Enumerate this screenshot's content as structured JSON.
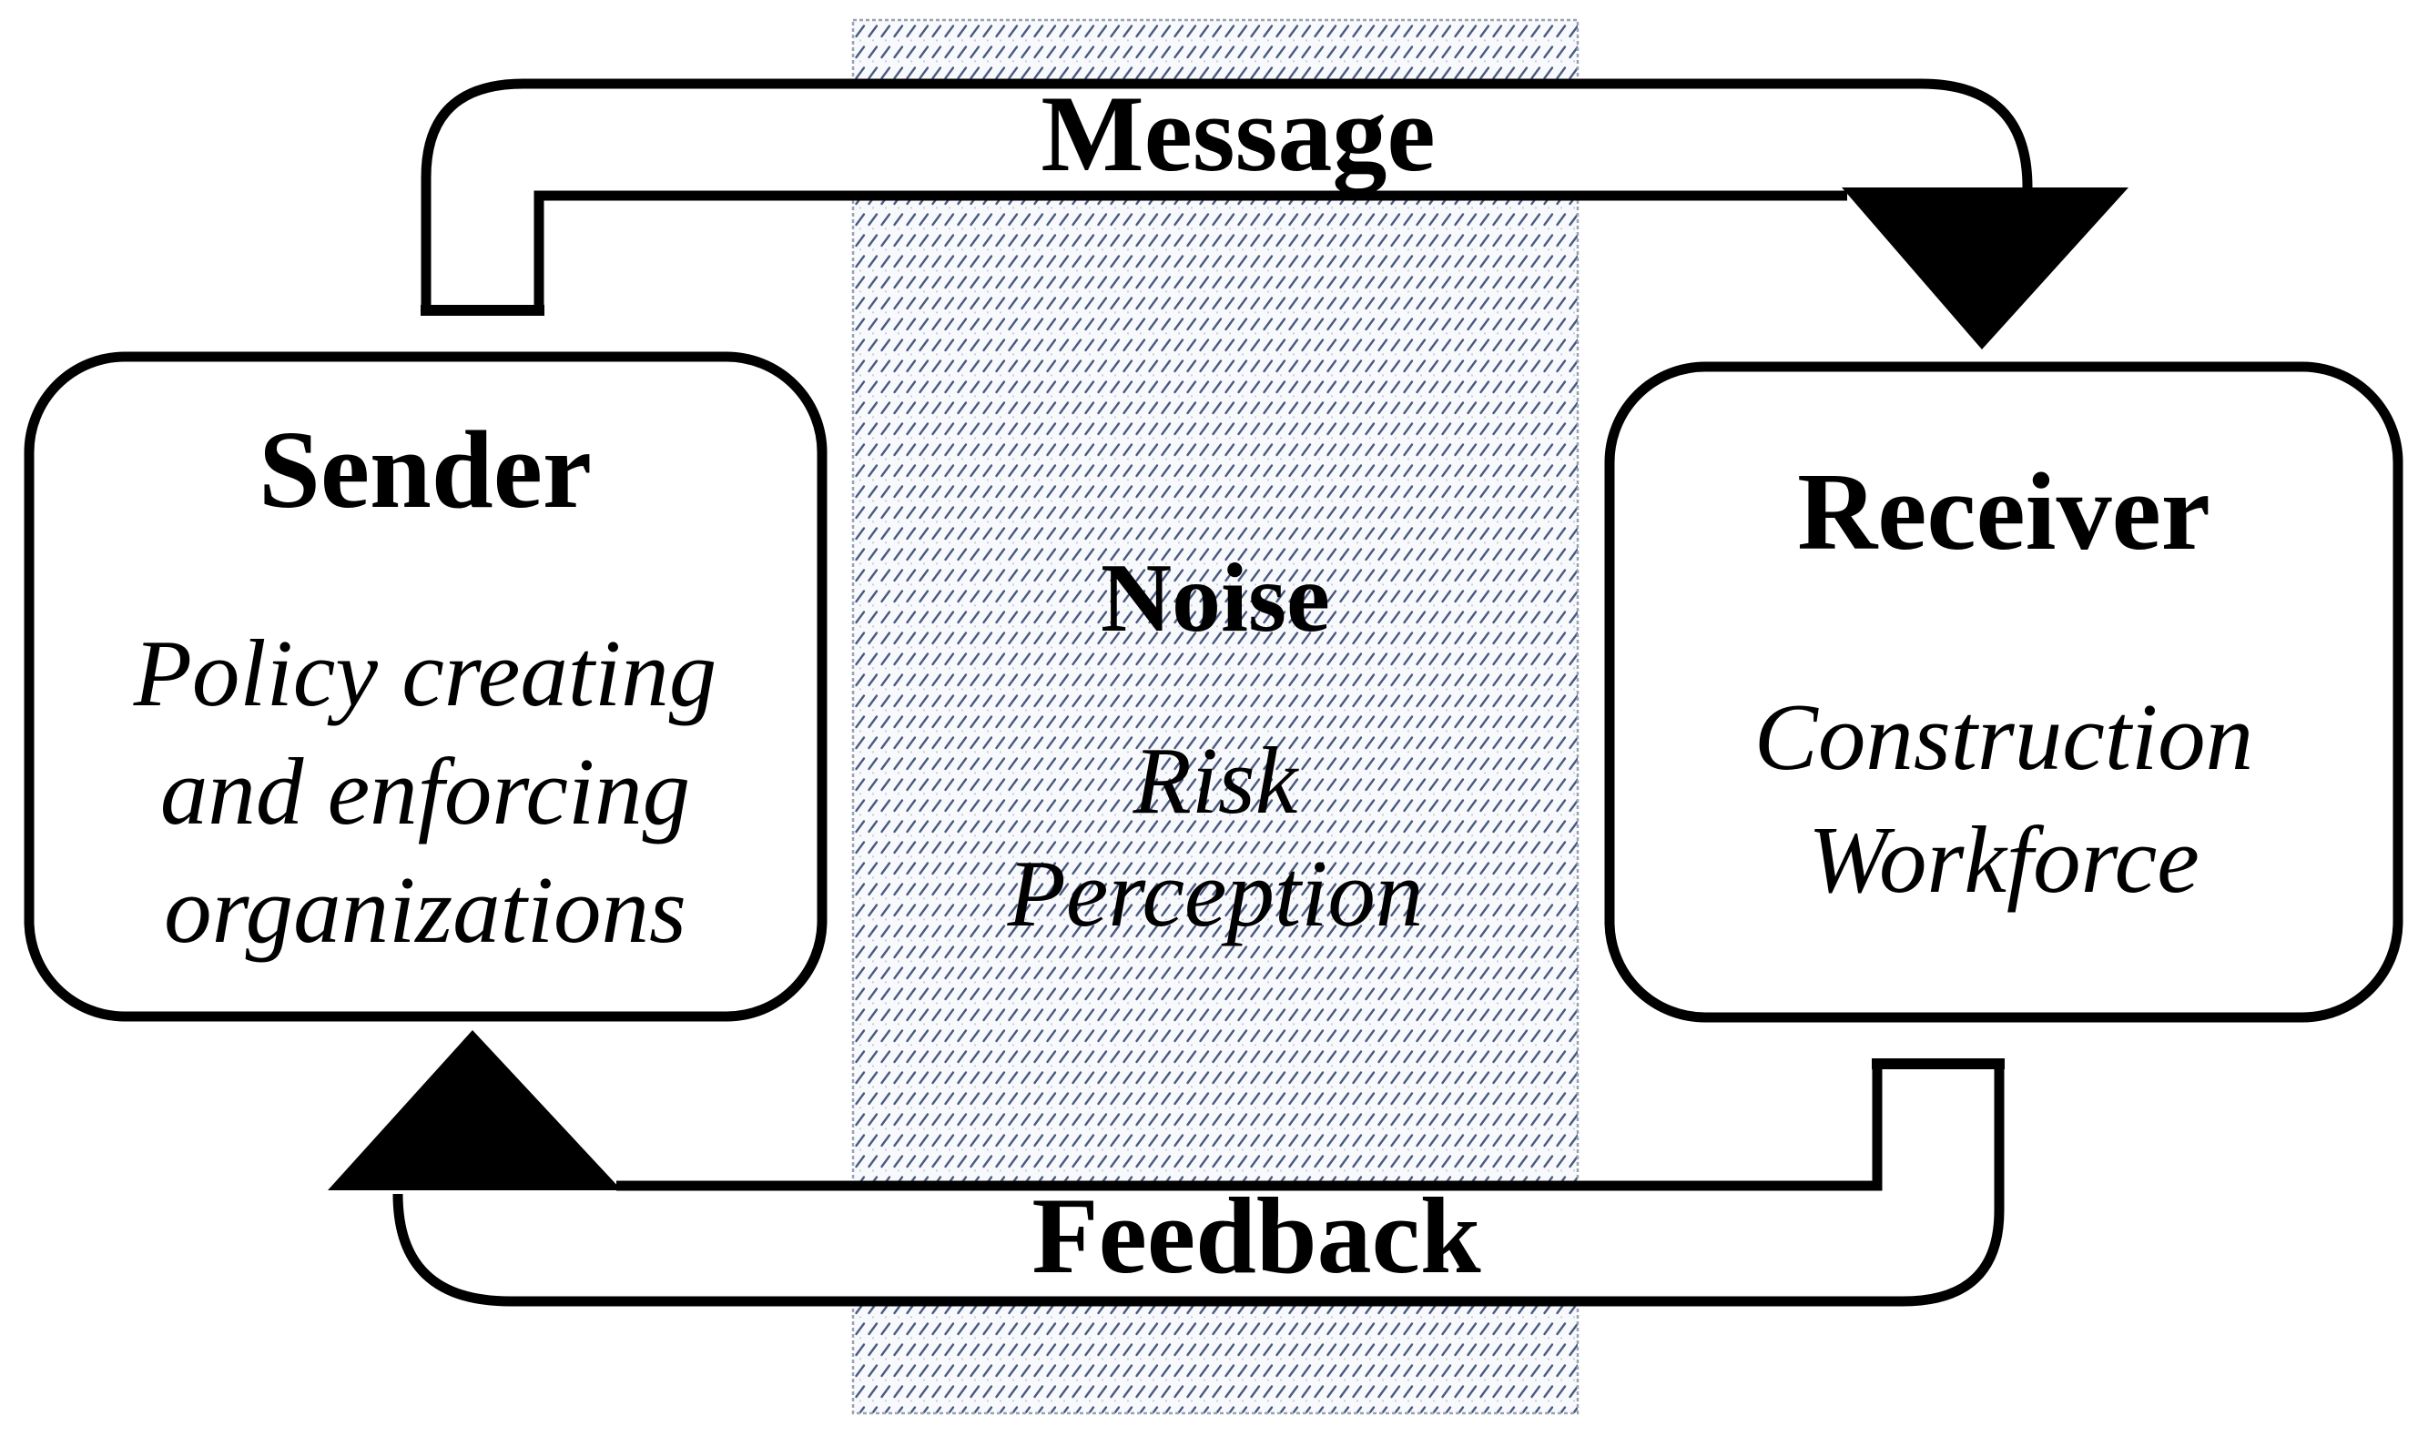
{
  "diagram": {
    "title_hint": "Communication model with noise (sender-receiver diagram)",
    "sender": {
      "title": "Sender",
      "line1": "Policy creating",
      "line2": "and enforcing",
      "line3": "organizations"
    },
    "receiver": {
      "title": "Receiver",
      "line1": "Construction",
      "line2": "Workforce"
    },
    "noise": {
      "title": "Noise",
      "line1": "Risk",
      "line2": "Perception"
    },
    "arrows": {
      "message_label": "Message",
      "feedback_label": "Feedback"
    },
    "colors": {
      "outline": "#000000",
      "box_fill": "#ffffff",
      "hatch_stroke": "#4a5a80",
      "hatch_background": "#f7f9fc",
      "hatch_border": "#98a2b3",
      "page_background": "#ffffff"
    }
  }
}
